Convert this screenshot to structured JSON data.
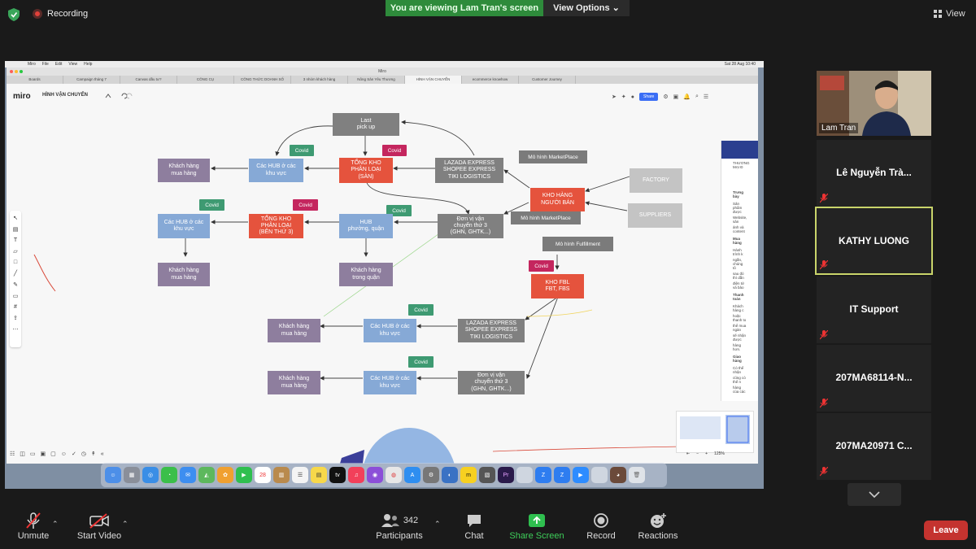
{
  "top": {
    "recording": "Recording",
    "viewing_banner": "You are viewing Lam Tran's screen",
    "view_options": "View Options",
    "view": "View"
  },
  "mac": {
    "menu": [
      "Miro",
      "File",
      "Edit",
      "View",
      "Help"
    ],
    "clock": "Sat 28 Aug 10:40",
    "window_title": "Miro"
  },
  "browser": {
    "tabs": [
      "Boards",
      "Campaign tháng 7",
      "Canvas dầu tư?",
      "CÔNG CỤ",
      "CÔNG THỨC DOANH SỐ",
      "3 nhóm khách hàng",
      "Nông Sản Yêu Thương",
      "HÌNH VẬN CHUYỂN",
      "ecommerce knowhow",
      "Customer Journey"
    ],
    "active_tab": 7
  },
  "miro": {
    "logo": "miro",
    "board_name": "HÌNH VẬN CHUYỂN",
    "share": "Share",
    "zoom": "125%"
  },
  "diagram": {
    "last_pickup": "Last\npick up",
    "khach_hang_1": "Khách hàng\nmua hàng",
    "hub_1": "Các HUB ở các\nkhu vực",
    "tong_kho_san": "TỔNG KHO\nPHÂN LOẠI\n(SÀN)",
    "lazada_1": "LAZADA EXPRESS\nSHOPEE EXPRESS\nTIKI LOGISTICS",
    "marketplace_1": "Mô hình MarketPlace",
    "factory": "FACTORY",
    "kho_hang_nguoi_ban": "KHO HÀNG\nNGƯỜI BÁN",
    "suppliers": "SUPPLIERS",
    "hub_2": "Các HUB ở các\nkhu vực",
    "tong_kho_ben_thu_3": "TỔNG KHO\nPHÂN LOẠI\n(BÊN THỨ 3)",
    "hub_phuong_quan": "HUB\nphường, quận",
    "don_vi_1": "Đơn vị vận\nchuyển thứ 3\n(GHN, GHTK...)",
    "marketplace_2": "Mô hình MarketPlace",
    "fulfillment": "Mô hình Fulfillment",
    "khach_hang_2": "Khách hàng\nmua hàng",
    "khach_hang_trong_quan": "Khách hàng\ntrong quận",
    "kho_fbl": "KHO FBL\nFBT, FBS",
    "khach_hang_3": "Khách hàng\nmua hàng",
    "hub_3": "Các HUB ở các\nkhu vực",
    "lazada_2": "LAZADA EXPRESS\nSHOPEE EXPRESS\nTIKI LOGISTICS",
    "khach_hang_4": "Khách hàng\nmua hàng",
    "hub_4": "Các HUB ở các\nkhu vực",
    "don_vi_2": "Đơn vị vận\nchuyển thứ 3\n(GHN, GHTK...)",
    "covid": "Covid"
  },
  "side_panel": {
    "title": "THƯƠNG MẠI Đ",
    "lines": [
      "Trưng bày",
      "Sản phẩm được",
      "Website, sản",
      "ảnh và content",
      "Mua hàng",
      "Hành trình k",
      "ngắn, chúng tô",
      "sau đó thì dẫn",
      "điện tử và bảo",
      "Thanh toán",
      "Khách hàng c",
      "hoặc thanh to",
      "thể mua ngàn",
      "sẽ nhận được",
      "hàng hơn.",
      "Giao hàng",
      "Có thể nhận",
      "cũng có thể n",
      "hàng của các"
    ]
  },
  "participants": {
    "video_name": "Lam Tran",
    "tiles": [
      "Lê Nguyễn Trà...",
      "KATHY LUONG",
      "IT Support",
      "207MA68114-N...",
      "207MA20971 C..."
    ]
  },
  "bottom": {
    "unmute": "Unmute",
    "start_video": "Start Video",
    "participants": "Participants",
    "participant_count": "342",
    "chat": "Chat",
    "share_screen": "Share Screen",
    "record": "Record",
    "reactions": "Reactions",
    "leave": "Leave"
  },
  "colors": {
    "share_green": "#2e8b3b",
    "leave_red": "#c4332f",
    "node_red": "#e5533d",
    "node_blue": "#86a9d6",
    "node_purple": "#8e7e9e",
    "covid_green": "#3e9a72",
    "covid_pink": "#c4265e"
  }
}
